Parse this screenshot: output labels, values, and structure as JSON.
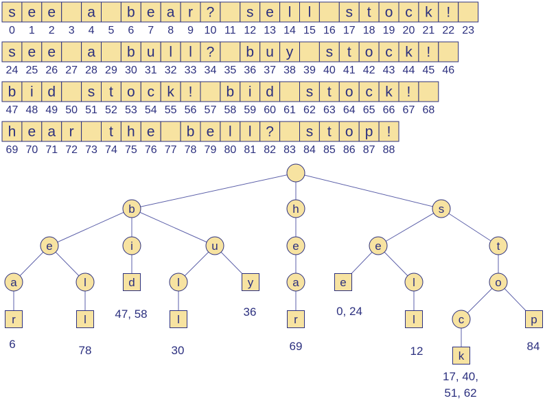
{
  "colors": {
    "fill": "#f7e3a1",
    "ink": "#2b2f7e",
    "edge": "#5a5ea8"
  },
  "text_rows": [
    {
      "start": 0,
      "chars": [
        "s",
        "e",
        "e",
        " ",
        "a",
        " ",
        "b",
        "e",
        "a",
        "r",
        "?",
        " ",
        "s",
        "e",
        "l",
        "l",
        " ",
        "s",
        "t",
        "o",
        "c",
        "k",
        "!",
        " "
      ]
    },
    {
      "start": 24,
      "chars": [
        "s",
        "e",
        "e",
        " ",
        "a",
        " ",
        "b",
        "u",
        "l",
        "l",
        "?",
        " ",
        "b",
        "u",
        "y",
        " ",
        "s",
        "t",
        "o",
        "c",
        "k",
        "!",
        " "
      ]
    },
    {
      "start": 47,
      "chars": [
        "b",
        "i",
        "d",
        " ",
        "s",
        "t",
        "o",
        "c",
        "k",
        "!",
        " ",
        "b",
        "i",
        "d",
        " ",
        "s",
        "t",
        "o",
        "c",
        "k",
        "!",
        " "
      ]
    },
    {
      "start": 69,
      "chars": [
        "h",
        "e",
        "a",
        "r",
        " ",
        "t",
        "h",
        "e",
        " ",
        "b",
        "e",
        "l",
        "l",
        "?",
        " ",
        "s",
        "t",
        "o",
        "p",
        "!"
      ]
    }
  ],
  "trie": {
    "nodes": [
      {
        "id": "root",
        "shape": "circle",
        "label": ""
      },
      {
        "id": "b",
        "shape": "circle",
        "label": "b",
        "parent": "root"
      },
      {
        "id": "h",
        "shape": "circle",
        "label": "h",
        "parent": "root"
      },
      {
        "id": "s",
        "shape": "circle",
        "label": "s",
        "parent": "root"
      },
      {
        "id": "be",
        "shape": "circle",
        "label": "e",
        "parent": "b"
      },
      {
        "id": "bi",
        "shape": "circle",
        "label": "i",
        "parent": "b"
      },
      {
        "id": "bu",
        "shape": "circle",
        "label": "u",
        "parent": "b"
      },
      {
        "id": "bea",
        "shape": "circle",
        "label": "a",
        "parent": "be"
      },
      {
        "id": "bel",
        "shape": "circle",
        "label": "l",
        "parent": "be"
      },
      {
        "id": "bear",
        "shape": "square",
        "label": "r",
        "parent": "bea",
        "occ": "6"
      },
      {
        "id": "bell",
        "shape": "square",
        "label": "l",
        "parent": "bel",
        "occ": "78"
      },
      {
        "id": "bid",
        "shape": "square",
        "label": "d",
        "parent": "bi",
        "occ": "47, 58"
      },
      {
        "id": "bul",
        "shape": "circle",
        "label": "l",
        "parent": "bu"
      },
      {
        "id": "buy",
        "shape": "square",
        "label": "y",
        "parent": "bu",
        "occ": "36"
      },
      {
        "id": "bull",
        "shape": "square",
        "label": "l",
        "parent": "bul",
        "occ": "30"
      },
      {
        "id": "he",
        "shape": "circle",
        "label": "e",
        "parent": "h"
      },
      {
        "id": "hea",
        "shape": "circle",
        "label": "a",
        "parent": "he"
      },
      {
        "id": "hear",
        "shape": "square",
        "label": "r",
        "parent": "hea",
        "occ": "69"
      },
      {
        "id": "se",
        "shape": "circle",
        "label": "e",
        "parent": "s"
      },
      {
        "id": "st",
        "shape": "circle",
        "label": "t",
        "parent": "s"
      },
      {
        "id": "see",
        "shape": "square",
        "label": "e",
        "parent": "se",
        "occ": "0, 24"
      },
      {
        "id": "sel",
        "shape": "circle",
        "label": "l",
        "parent": "se"
      },
      {
        "id": "sell",
        "shape": "square",
        "label": "l",
        "parent": "sel",
        "occ": "12"
      },
      {
        "id": "sto",
        "shape": "circle",
        "label": "o",
        "parent": "st"
      },
      {
        "id": "stoc",
        "shape": "circle",
        "label": "c",
        "parent": "sto"
      },
      {
        "id": "stop",
        "shape": "square",
        "label": "p",
        "parent": "sto",
        "occ": "84"
      },
      {
        "id": "stock",
        "shape": "square",
        "label": "k",
        "parent": "stoc",
        "occ": "17, 40,\n51, 62"
      }
    ]
  }
}
